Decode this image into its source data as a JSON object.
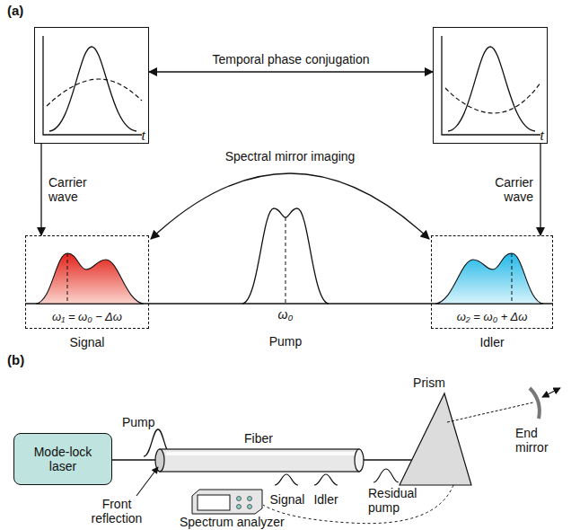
{
  "diagram": {
    "nodes": [
      {
        "text": [
          "t"
        ]
      },
      {
        "text": [
          "t"
        ]
      },
      {
        "text": [
          "ω₁ = ω₀ − Δω",
          "Signal"
        ]
      },
      {
        "text": [
          "ω₂ = ω₀ + Δω",
          "Idler"
        ]
      },
      {
        "text": [
          "Mode-lock laser"
        ]
      }
    ],
    "edges": [
      {
        "from": 0,
        "to": 1,
        "label": "Temporal phase conjugation",
        "arrow": "both"
      },
      {
        "from": 0,
        "to": 2,
        "label": "Carrier wave",
        "arrow": "to"
      },
      {
        "from": 1,
        "to": 3,
        "label": "Carrier wave",
        "arrow": "to"
      },
      {
        "from": 2,
        "to": 3,
        "label": "Spectral mirror imaging",
        "arrow": "both"
      }
    ],
    "labels": [
      "(a)",
      "ω₀",
      "Pump",
      "(b)",
      "Pump",
      "Fiber",
      "Prism",
      "End mirror",
      "Front reflection",
      "Signal",
      "Idler",
      "Residual pump",
      "Spectrum analyzer"
    ]
  }
}
